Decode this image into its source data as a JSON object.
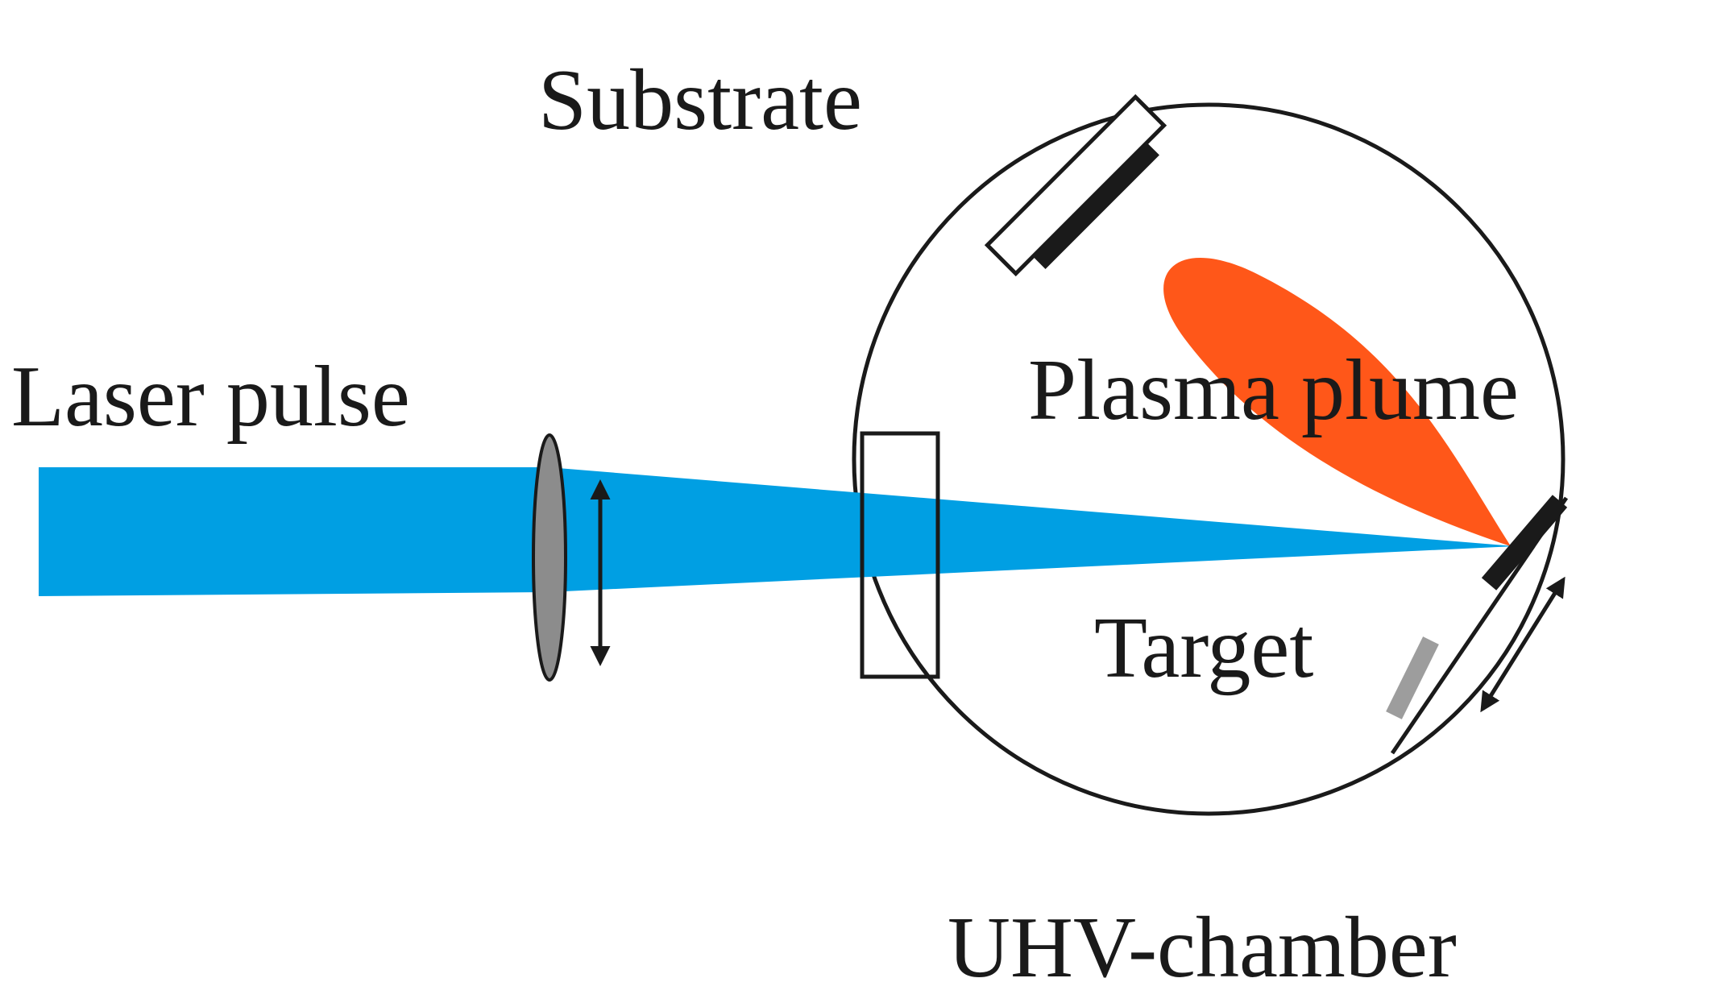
{
  "diagram": {
    "labels": {
      "laser_pulse": "Laser pulse",
      "substrate": "Substrate",
      "plasma_plume": "Plasma plume",
      "target": "Target",
      "uhv_chamber": "UHV-chamber"
    },
    "colors": {
      "laser_beam": "#009fe3",
      "plasma_plume": "#ff5719",
      "lens": "#8c8c8c",
      "target_back": "#9d9d9d",
      "outline": "#1a1a1a"
    },
    "icons": {
      "lens": "convex-lens-icon",
      "lens_arrow": "double-arrow-icon",
      "target_arrow": "double-arrow-icon",
      "window": "chamber-window-icon"
    }
  }
}
